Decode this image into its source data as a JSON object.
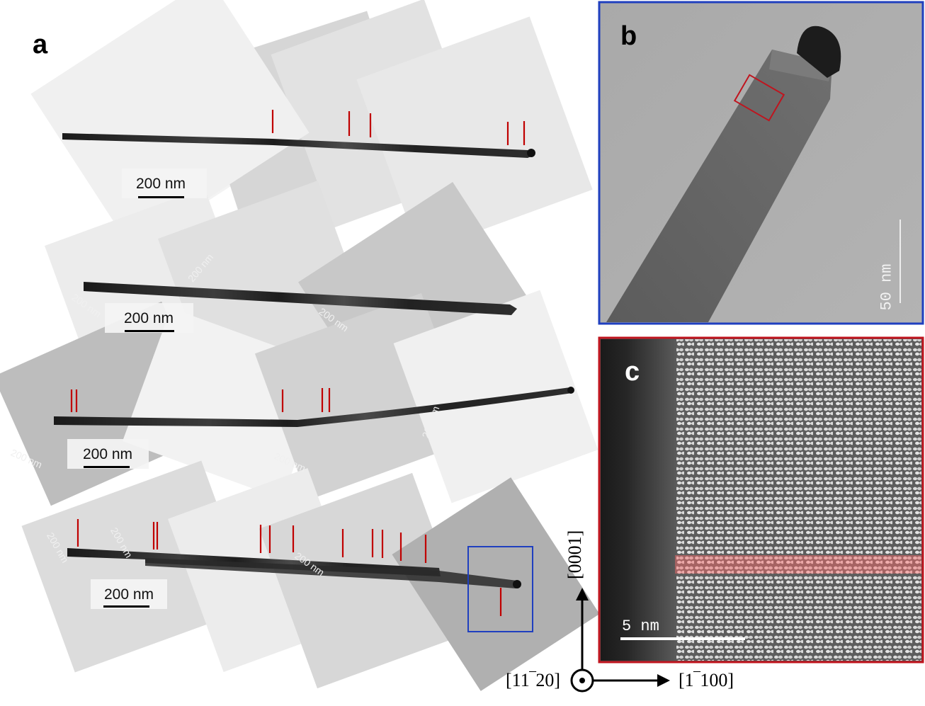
{
  "panels": {
    "a": "a",
    "b": "b",
    "c": "c"
  },
  "scale_bars": {
    "row1": "200 nm",
    "row2": "200 nm",
    "row3": "200 nm",
    "row4": "200 nm",
    "tilted_row1": "200 nm",
    "tilted_row2a": "200 nm",
    "tilted_row2b": "200 nm",
    "tilted_row2c": "200 nm",
    "tilted_row3a": "200 nm",
    "tilted_row3b": "200 nm",
    "tilted_row3c": "200 nm",
    "tilted_row4a": "200 nm",
    "tilted_row4b": "200 nm",
    "tilted_row4c": "200 nm",
    "panel_b": "50 nm",
    "panel_c": "5 nm"
  },
  "axes": {
    "vertical": "[0001]",
    "horizontal": "[1‾100]",
    "out_of_plane": "[11‾20]"
  },
  "colors": {
    "defect_marker": "#c00000",
    "panel_b_border": "#1f3fbf",
    "panel_c_border": "#c0141e",
    "stacking_fault_highlight": "#ff6b6b"
  }
}
